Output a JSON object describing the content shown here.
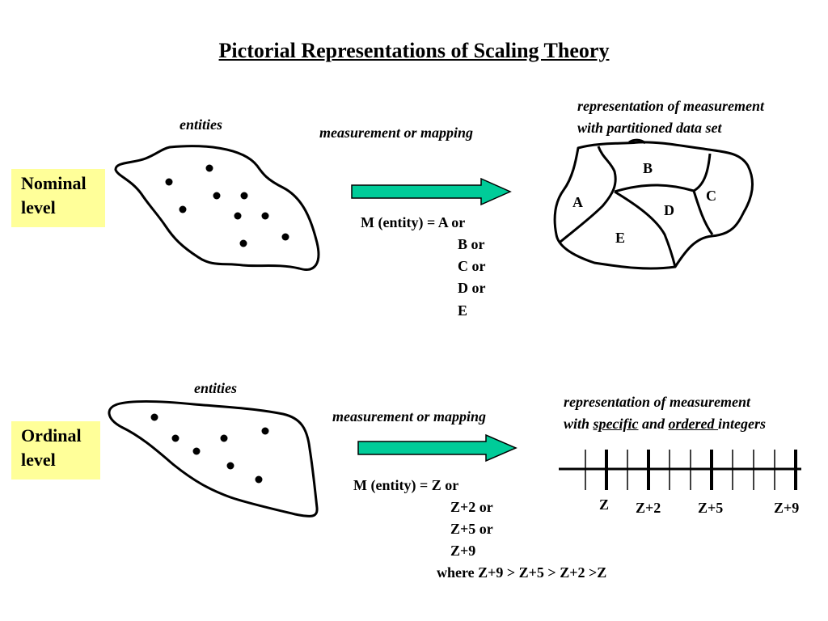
{
  "title": "Pictorial Representations of Scaling Theory",
  "colors": {
    "level_box": "#ffff99",
    "arrow": "#00cc99"
  },
  "nominal": {
    "level_line1": "Nominal",
    "level_line2": "level",
    "entities_label": "entities",
    "mapping_label": "measurement or mapping",
    "mapping_lines": [
      "M (entity) = A or",
      "B or",
      "C or",
      "D or",
      "E"
    ],
    "representation_line1": "representation of measurement",
    "representation_line2": "with partitioned data set",
    "partitions": [
      "A",
      "B",
      "C",
      "D",
      "E"
    ]
  },
  "ordinal": {
    "level_line1": "Ordinal",
    "level_line2": "level",
    "entities_label": "entities",
    "mapping_label": "measurement or mapping",
    "mapping_lines": [
      "M (entity) = Z or",
      "Z+2 or",
      "Z+5 or",
      "Z+9"
    ],
    "where_line": "where Z+9 > Z+5 > Z+2 >Z",
    "representation_line1": "representation of measurement",
    "representation_line2_pre": "with ",
    "representation_specific": "specific",
    "representation_and": " and ",
    "representation_ordered": "ordered ",
    "representation_integers": "integers",
    "scale_labels": [
      "Z",
      "Z+2",
      "Z+5",
      "Z+9"
    ]
  }
}
